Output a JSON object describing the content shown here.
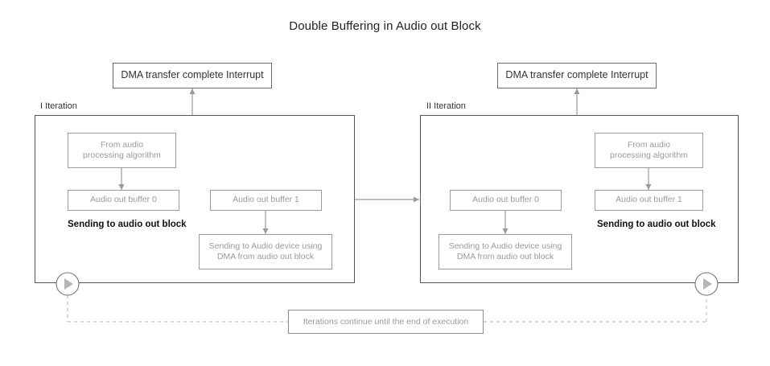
{
  "title": "Double Buffering in Audio out Block",
  "interrupts": [
    {
      "label": "DMA transfer complete Interrupt"
    },
    {
      "label": "DMA transfer complete Interrupt"
    }
  ],
  "iterations": [
    {
      "label": "I Iteration",
      "source_box": "From audio\nprocessing algorithm",
      "buffer_active": "Audio out buffer 0",
      "active_caption": "Sending to audio out block",
      "buffer_dma": "Audio out buffer 1",
      "dma_box": "Sending to Audio device using\nDMA from audio out block",
      "marker_icon": "play-circle-icon"
    },
    {
      "label": "II Iteration",
      "source_box": "From audio\nprocessing algorithm",
      "buffer_active": "Audio out buffer 1",
      "active_caption": "Sending to audio out block",
      "buffer_dma": "Audio out buffer 0",
      "dma_box": "Sending to Audio device using\nDMA from audio out block",
      "marker_icon": "play-circle-icon"
    }
  ],
  "footer_note": "Iterations continue until the end of execution",
  "colors": {
    "frame_stroke": "#555555",
    "box_stroke": "#6b6b6b",
    "gray_text": "#9a9a9a",
    "arrow": "#9a9a9a",
    "dashed": "#b0b0b0",
    "title_text": "#222222"
  }
}
